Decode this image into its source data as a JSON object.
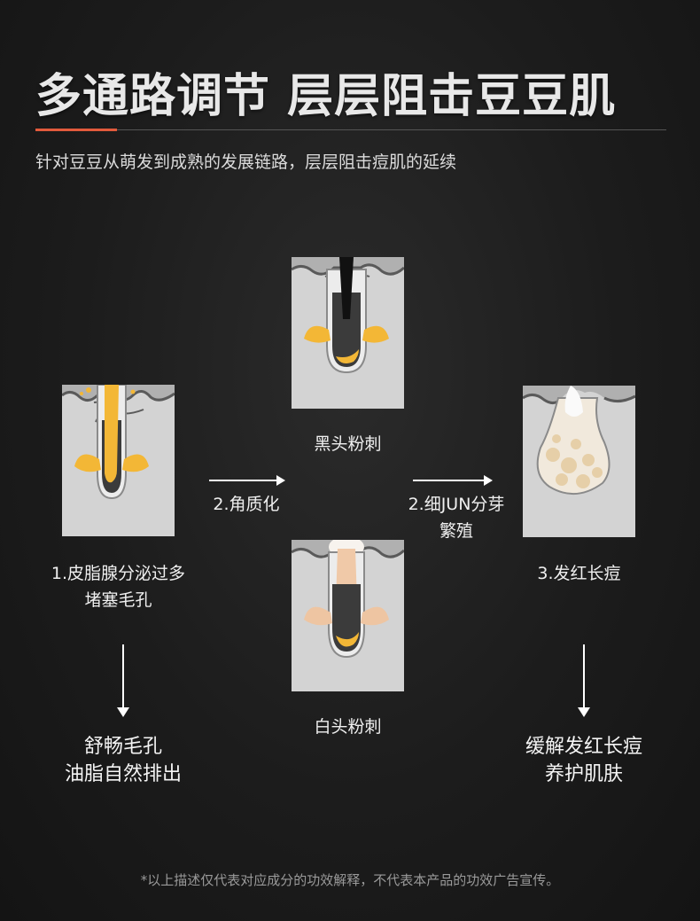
{
  "header": {
    "title": "多通路调节 层层阻击豆豆肌",
    "subtitle": "针对豆豆从萌发到成熟的发展链路，层层阻击痘肌的延续"
  },
  "stages": {
    "stage1": {
      "line1": "1.皮脂腺分泌过多",
      "line2": "堵塞毛孔"
    },
    "transition1": {
      "label": "2.角质化"
    },
    "blackhead": {
      "label": "黑头粉刺"
    },
    "whitehead": {
      "label": "白头粉刺"
    },
    "transition2": {
      "line1": "2.细JUN分芽",
      "line2": "繁殖"
    },
    "stage3": {
      "label": "3.发红长痘"
    }
  },
  "results": {
    "left": {
      "line1": "舒畅毛孔",
      "line2": "油脂自然排出"
    },
    "right": {
      "line1": "缓解发红长痘",
      "line2": "养护肌肤"
    }
  },
  "footer": {
    "disclaimer": "*以上描述仅代表对应成分的功效解释，不代表本产品的功效广告宣传。"
  },
  "colors": {
    "accent": "#e25a3c",
    "sebum": "#f3b736",
    "follicle": "#3b3b3b",
    "skin_panel": "#d6d6d6"
  }
}
